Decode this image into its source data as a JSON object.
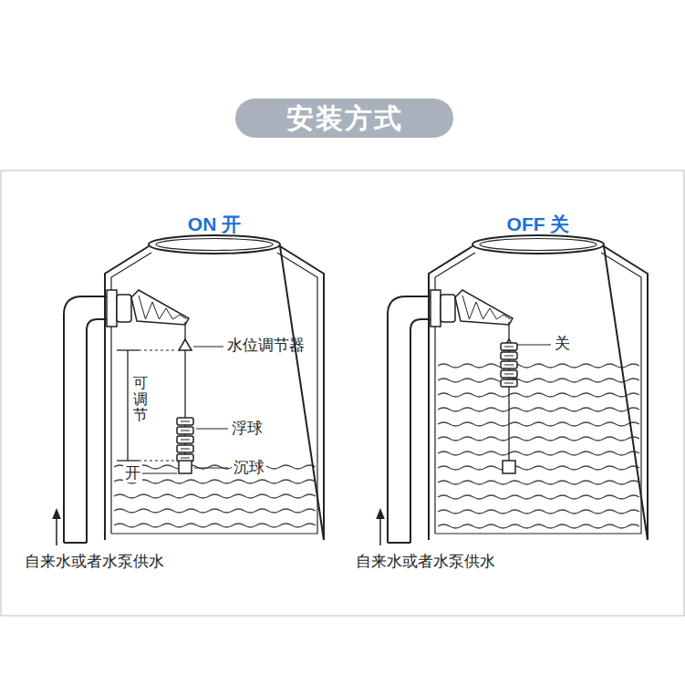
{
  "diagram": {
    "title": "安装方式",
    "nodes": [
      {
        "text": [
          "ON 开"
        ]
      },
      {
        "text": [
          "OFF 关"
        ]
      }
    ],
    "edges": [],
    "labels": [
      "水位调节器",
      "可调节",
      "浮球",
      "沉球",
      "开",
      "关",
      "自来水或者水泵供水",
      "自来水或者水泵供水"
    ]
  }
}
